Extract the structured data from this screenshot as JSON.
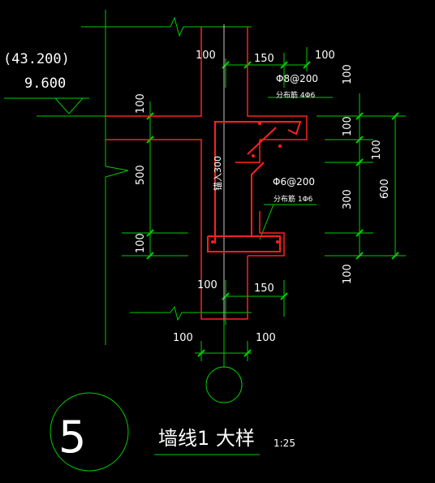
{
  "colors": {
    "background": "#000000",
    "dimension_lines": "#00cc00",
    "concrete_outline": "#ff2020",
    "rebar": "#ff2020",
    "text": "#ffffff",
    "axis_line": "#c8c8c8"
  },
  "elevations": {
    "upper": "(43.200)",
    "lower": "9.600"
  },
  "dimensions": {
    "top_wall_left": "100",
    "top_right_150": "150",
    "top_right_100": "100",
    "right_upper_100": "100",
    "right_100_a": "100",
    "right_100_b": "100",
    "right_300": "300",
    "right_600": "600",
    "right_lower_100": "100",
    "left_100_top": "100",
    "left_500": "500",
    "left_100_bottom": "100",
    "bottom_wall_100": "100",
    "bottom_right_150": "150",
    "bottom_left_100": "100",
    "bottom_right_100": "100"
  },
  "rebar_notes": {
    "upper_main": "Φ8@200",
    "upper_dist": "分布筋 4Φ6",
    "lower_main": "Φ6@200",
    "lower_dist": "分布筋 1Φ6",
    "anchor": "锚入300"
  },
  "title_block": {
    "detail_number": "5",
    "title": "墙线1 大样",
    "scale": "1:25"
  }
}
